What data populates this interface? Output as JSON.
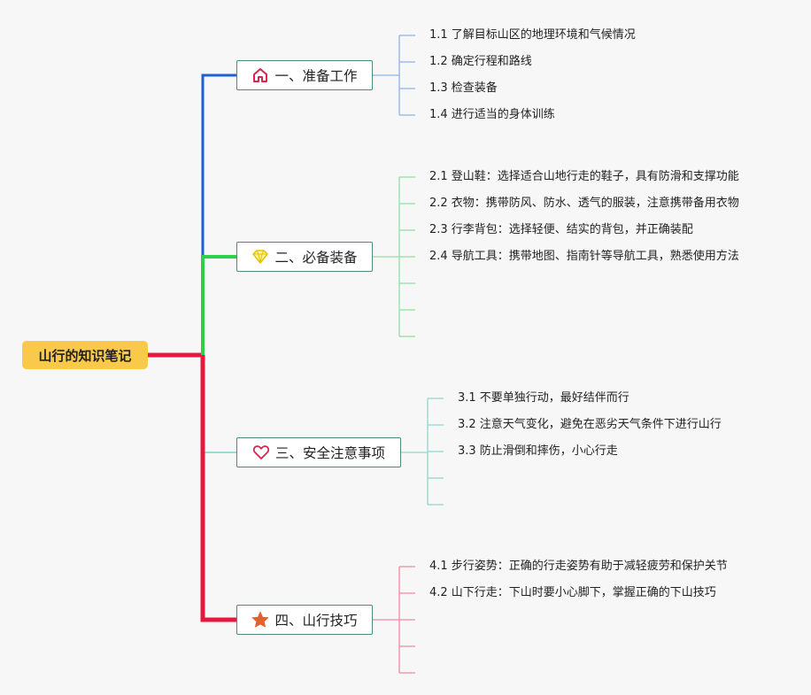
{
  "root": {
    "label": "山行的知识笔记"
  },
  "colors": {
    "root_bg": "#f9c94a",
    "b1": "#1f5fd6",
    "b2": "#2fcf4a",
    "b3": "#e8173f",
    "b3_thin": "#7fd0c4",
    "b4": "#e8173f",
    "b1_leaf": "#8fb3e6",
    "b2_leaf": "#8fe0a0",
    "b3_leaf": "#8fd6cc",
    "b4_leaf": "#f08aa0"
  },
  "branches": [
    {
      "label": "一、准备工作",
      "icon": "house-icon",
      "items": [
        "1.1 了解目标山区的地理环境和气候情况",
        "1.2 确定行程和路线",
        "1.3 检查装备",
        "1.4 进行适当的身体训练"
      ]
    },
    {
      "label": "二、必备装备",
      "icon": "diamond-icon",
      "items": [
        "2.1 登山鞋：选择适合山地行走的鞋子，具有防滑和支撑功能",
        "2.2 衣物：携带防风、防水、透气的服装，注意携带备用衣物",
        "2.3 行李背包：选择轻便、结实的背包，并正确装配",
        "2.4 导航工具：携带地图、指南针等导航工具，熟悉使用方法",
        "",
        "",
        ""
      ]
    },
    {
      "label": "三、安全注意事项",
      "icon": "heart-icon",
      "items": [
        "3.1 不要单独行动，最好结伴而行",
        "3.2 注意天气变化，避免在恶劣天气条件下进行山行",
        "3.3 防止滑倒和摔伤，小心行走",
        "",
        ""
      ]
    },
    {
      "label": "四、山行技巧",
      "icon": "star-icon",
      "items": [
        "4.1 步行姿势：正确的行走姿势有助于减轻疲劳和保护关节",
        "4.2 山下行走：下山时要小心脚下，掌握正确的下山技巧",
        "",
        "",
        ""
      ]
    }
  ]
}
